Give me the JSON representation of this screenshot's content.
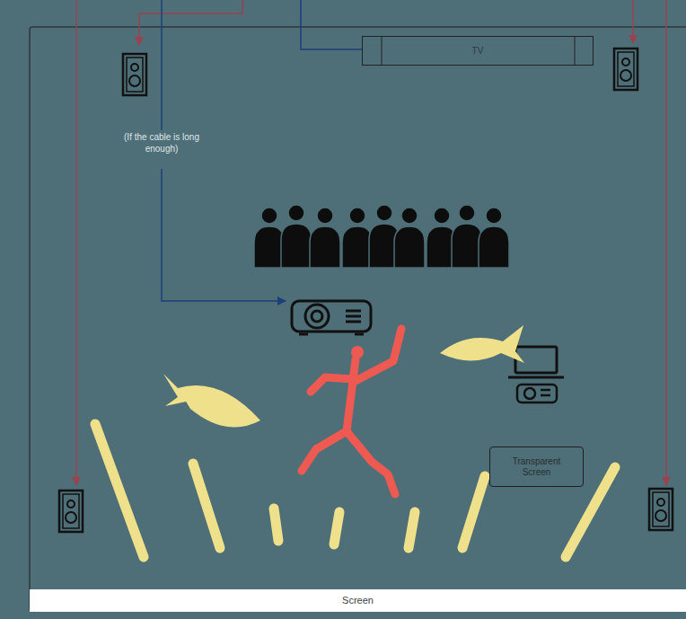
{
  "diagram": {
    "nodes": [
      {
        "text": [
          "TV"
        ]
      },
      {
        "text": [
          "Transparent Screen"
        ]
      },
      {
        "text": [
          "Screen"
        ]
      }
    ],
    "labels": [
      "(If the cable is long enough)"
    ]
  }
}
